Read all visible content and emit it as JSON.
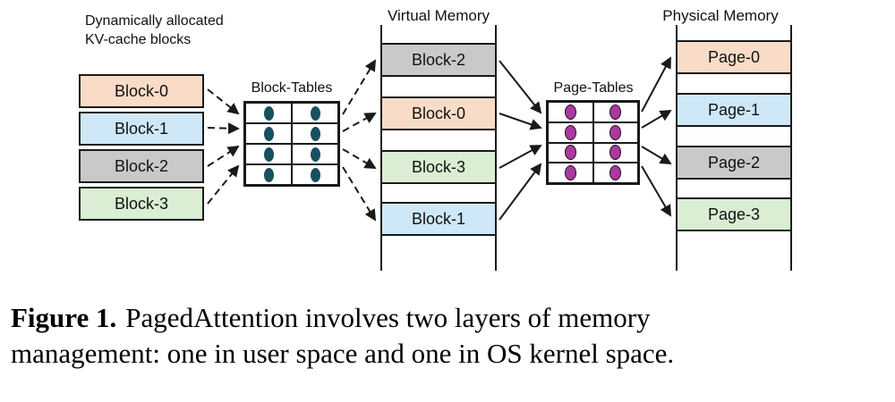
{
  "diagram": {
    "kv_cache": {
      "label_line1": "Dynamically allocated",
      "label_line2": "KV-cache blocks",
      "blocks": [
        {
          "label": "Block-0",
          "color": "#f9dcc8"
        },
        {
          "label": "Block-1",
          "color": "#cfe8f8"
        },
        {
          "label": "Block-2",
          "color": "#c9c9c9"
        },
        {
          "label": "Block-3",
          "color": "#d9eed2"
        }
      ]
    },
    "block_tables": {
      "label": "Block-Tables",
      "dot_color": "#17505f"
    },
    "virtual_memory": {
      "label": "Virtual Memory",
      "blocks": [
        {
          "label": "Block-2",
          "color": "#c9c9c9"
        },
        {
          "label": "Block-0",
          "color": "#f9dcc8"
        },
        {
          "label": "Block-3",
          "color": "#d9eed2"
        },
        {
          "label": "Block-1",
          "color": "#cfe8f8"
        }
      ]
    },
    "page_tables": {
      "label": "Page-Tables",
      "dot_fill": "#aa3a9e",
      "dot_stroke": "#2a0a26"
    },
    "physical_memory": {
      "label": "Physical Memory",
      "pages": [
        {
          "label": "Page-0",
          "color": "#f9dcc8"
        },
        {
          "label": "Page-1",
          "color": "#cfe8f8"
        },
        {
          "label": "Page-2",
          "color": "#c9c9c9"
        },
        {
          "label": "Page-3",
          "color": "#d9eed2"
        }
      ]
    }
  },
  "caption": {
    "figure_label": "Figure 1.",
    "line1": "PagedAttention involves two layers of memory",
    "line2": "management: one in user space and one in OS kernel space."
  }
}
